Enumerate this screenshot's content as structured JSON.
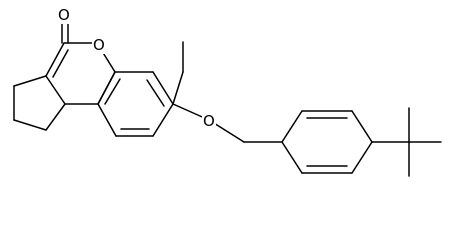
{
  "molecule": {
    "atoms": {
      "carbonyl_oxygen": "O",
      "ring_oxygen": "O",
      "ether_oxygen": "O"
    },
    "colors": {
      "bond": "#000000",
      "label": "#000000",
      "background": "#ffffff"
    }
  }
}
